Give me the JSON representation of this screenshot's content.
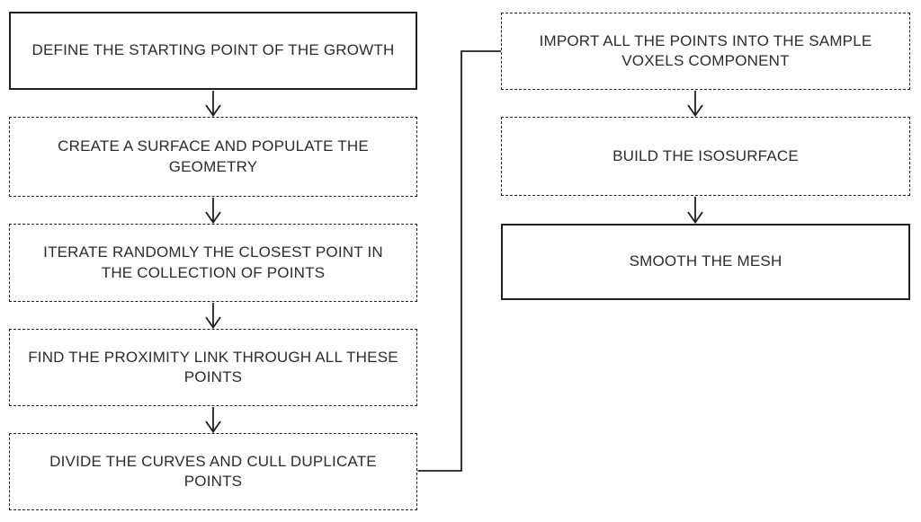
{
  "diagram": {
    "title": "growth-to-mesh workflow flowchart",
    "colors": {
      "line": "#1f1f1f",
      "text": "#2b2b2b",
      "bg": "#ffffff"
    },
    "steps": [
      {
        "id": "define-growth-start",
        "label": "DEFINE THE STARTING POINT OF THE GROWTH",
        "border": "solid"
      },
      {
        "id": "create-surface",
        "label": "CREATE A SURFACE AND POPULATE THE\nGEOMETRY",
        "border": "dashed"
      },
      {
        "id": "iterate-closest-point",
        "label": "ITERATE RANDOMLY THE CLOSEST POINT IN\nTHE COLLECTION OF POINTS",
        "border": "dashed"
      },
      {
        "id": "find-proximity-link",
        "label": "FIND THE PROXIMITY LINK THROUGH ALL THESE\nPOINTS",
        "border": "dashed"
      },
      {
        "id": "divide-curves",
        "label": "DIVIDE THE CURVES AND CULL DUPLICATE\nPOINTS",
        "border": "dashed"
      },
      {
        "id": "import-points-voxels",
        "label": "IMPORT ALL THE POINTS INTO THE SAMPLE\nVOXELS COMPONENT",
        "border": "dashed"
      },
      {
        "id": "build-isosurface",
        "label": "BUILD THE ISOSURFACE",
        "border": "dashed"
      },
      {
        "id": "smooth-mesh",
        "label": "SMOOTH THE MESH",
        "border": "solid"
      }
    ]
  }
}
